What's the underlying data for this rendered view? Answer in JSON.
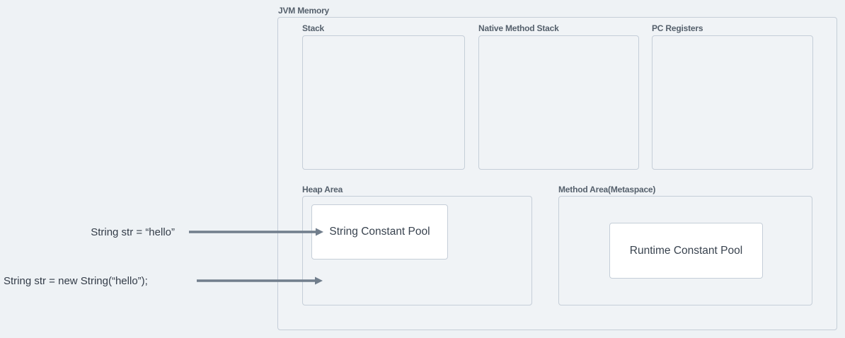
{
  "diagram": {
    "title": "JVM Memory",
    "regions": {
      "stack": "Stack",
      "native_method_stack": "Native Method Stack",
      "pc_registers": "PC Registers",
      "heap_area": "Heap Area",
      "method_area": "Method Area(Metaspace)"
    },
    "nodes": {
      "string_constant_pool": "String Constant Pool",
      "runtime_constant_pool": "Runtime Constant Pool"
    },
    "annotations": {
      "literal_assignment": "String str = “hello”",
      "new_assignment": "String str = new String(“hello”);"
    },
    "colors": {
      "background": "#eef2f5",
      "panel_fill": "#f0f3f6",
      "border": "#c5ced8",
      "node_fill": "#ffffff",
      "label_text": "#55606c",
      "node_text": "#39434f",
      "annotation_text": "#333c48",
      "arrow": "#717e8c"
    }
  }
}
